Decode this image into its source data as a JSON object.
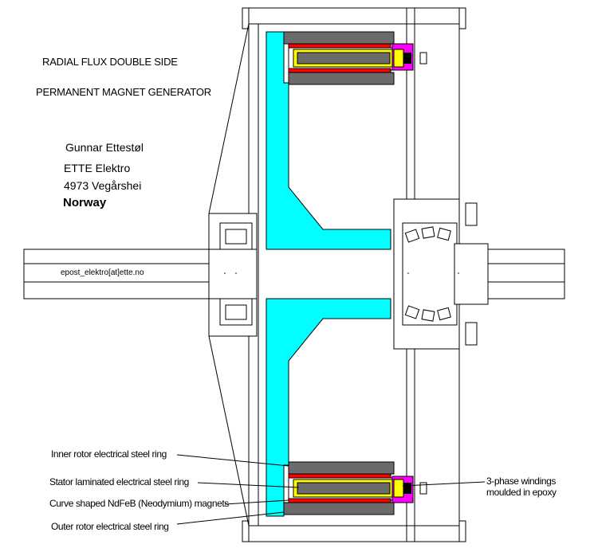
{
  "title": {
    "line1": "RADIAL FLUX DOUBLE SIDE",
    "line2": "PERMANENT MAGNET GENERATOR"
  },
  "author": {
    "name": "Gunnar Ettestøl",
    "company": "ETTE Elektro",
    "address": "4973 Vegårshei",
    "country": "Norway"
  },
  "contact": {
    "email": "epost_elektro[at]ette.no"
  },
  "callouts": {
    "inner_rotor": "Inner rotor electrical steel ring",
    "stator": "Stator laminated electrical steel ring",
    "magnets": "Curve shaped NdFeB (Neodymium) magnets",
    "outer_rotor": "Outer rotor electrical steel ring",
    "windings_line1": "3-phase windings",
    "windings_line2": "moulded in epoxy"
  },
  "colors": {
    "rotor_disc": "#00ffff",
    "steel_ring": "#6b6b6b",
    "magnet": "#ff0000",
    "winding": "#ffff00",
    "epoxy": "#ff00ff"
  }
}
